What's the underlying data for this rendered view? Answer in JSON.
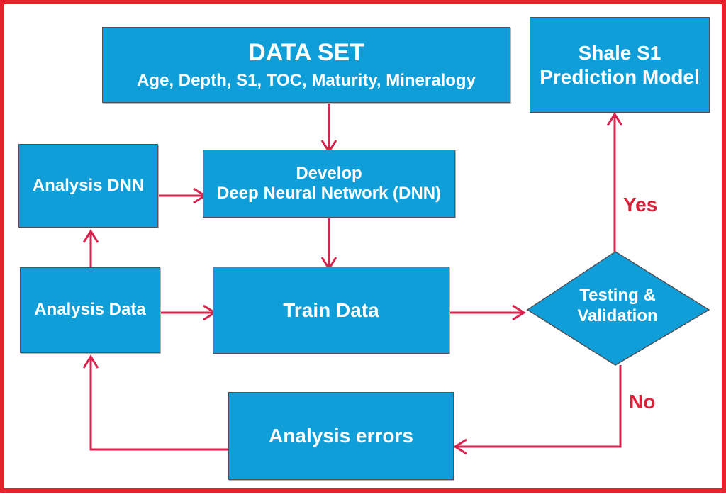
{
  "nodes": {
    "dataset": {
      "title": "DATA SET",
      "subtitle": "Age, Depth, S1, TOC,  Maturity, Mineralogy"
    },
    "shale_model": {
      "line1": "Shale S1",
      "line2": "Prediction Model"
    },
    "analysis_dnn": {
      "label": "Analysis DNN"
    },
    "develop_dnn": {
      "line1": "Develop",
      "line2": "Deep Neural Network (DNN)"
    },
    "analysis_data": {
      "label": "Analysis Data"
    },
    "train_data": {
      "label": "Train Data"
    },
    "testing": {
      "line1": "Testing &",
      "line2": "Validation"
    },
    "analysis_errors": {
      "label": "Analysis errors"
    }
  },
  "edge_labels": {
    "yes": "Yes",
    "no": "No"
  },
  "colors": {
    "frame": "#e8222c",
    "node_fill": "#0f9ed8",
    "node_border": "#4d5259",
    "arrow": "#d9224d",
    "edge_label": "#d9223a",
    "text": "#ffffff"
  }
}
